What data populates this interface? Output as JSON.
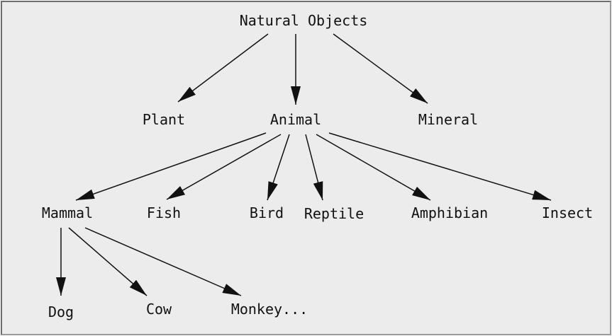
{
  "diagram": {
    "nodes": {
      "natural_objects": "Natural Objects",
      "plant": "Plant",
      "animal": "Animal",
      "mineral": "Mineral",
      "mammal": "Mammal",
      "fish": "Fish",
      "bird": "Bird",
      "reptile": "Reptile",
      "amphibian": "Amphibian",
      "insect": "Insect",
      "dog": "Dog",
      "cow": "Cow",
      "monkey": "Monkey..."
    },
    "edges": [
      [
        "natural_objects",
        "plant"
      ],
      [
        "natural_objects",
        "animal"
      ],
      [
        "natural_objects",
        "mineral"
      ],
      [
        "animal",
        "mammal"
      ],
      [
        "animal",
        "fish"
      ],
      [
        "animal",
        "bird"
      ],
      [
        "animal",
        "reptile"
      ],
      [
        "animal",
        "amphibian"
      ],
      [
        "animal",
        "insect"
      ],
      [
        "mammal",
        "dog"
      ],
      [
        "mammal",
        "cow"
      ],
      [
        "mammal",
        "monkey"
      ]
    ]
  }
}
